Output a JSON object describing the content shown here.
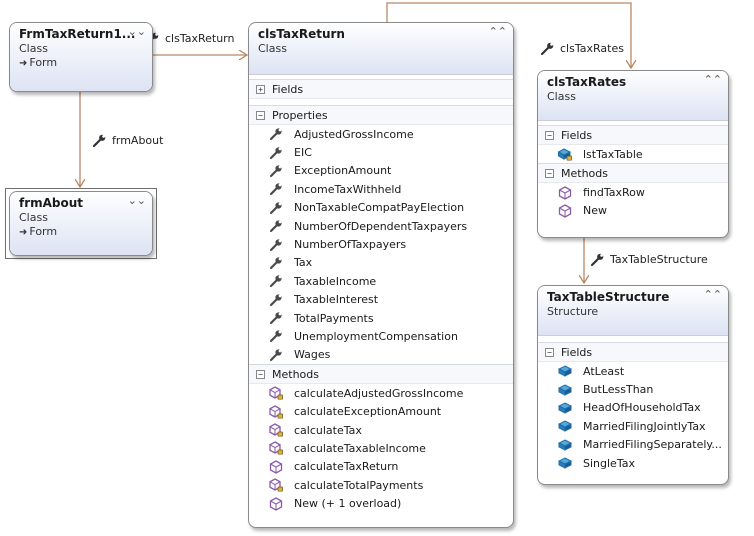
{
  "shapes": {
    "frm_tax_return": {
      "title": "FrmTaxReturn1...",
      "kind": "Class",
      "base": "Form"
    },
    "frm_about": {
      "title": "frmAbout",
      "kind": "Class",
      "base": "Form"
    },
    "cls_tax_return": {
      "title": "clsTaxReturn",
      "kind": "Class",
      "fields_label": "Fields",
      "properties_label": "Properties",
      "properties": [
        "AdjustedGrossIncome",
        "EIC",
        "ExceptionAmount",
        "IncomeTaxWithheld",
        "NonTaxableCompatPayElection",
        "NumberOfDependentTaxpayers",
        "NumberOfTaxpayers",
        "Tax",
        "TaxableIncome",
        "TaxableInterest",
        "TotalPayments",
        "UnemploymentCompensation",
        "Wages"
      ],
      "methods_label": "Methods",
      "methods": [
        {
          "name": "calculateAdjustedGrossIncome",
          "icon": "private-method-icon"
        },
        {
          "name": "calculateExceptionAmount",
          "icon": "private-method-icon"
        },
        {
          "name": "calculateTax",
          "icon": "private-method-icon"
        },
        {
          "name": "calculateTaxableIncome",
          "icon": "private-method-icon"
        },
        {
          "name": "calculateTaxReturn",
          "icon": "public-method-icon"
        },
        {
          "name": "calculateTotalPayments",
          "icon": "private-method-icon"
        },
        {
          "name": "New (+ 1 overload)",
          "icon": "public-method-icon"
        }
      ]
    },
    "cls_tax_rates": {
      "title": "clsTaxRates",
      "kind": "Class",
      "fields_label": "Fields",
      "fields": [
        "lstTaxTable"
      ],
      "methods_label": "Methods",
      "methods": [
        "findTaxRow",
        "New"
      ]
    },
    "tax_table_structure": {
      "title": "TaxTableStructure",
      "kind": "Structure",
      "fields_label": "Fields",
      "fields": [
        "AtLeast",
        "ButLessThan",
        "HeadOfHouseholdTax",
        "MarriedFilingJointlyTax",
        "MarriedFilingSeparately...",
        "SingleTax"
      ]
    }
  },
  "associations": {
    "cls_tax_return": "clsTaxReturn",
    "frm_about": "frmAbout",
    "cls_tax_rates": "clsTaxRates",
    "tax_table_structure": "TaxTableStructure"
  },
  "colors": {
    "connector": "#b98863",
    "property_icon": "#4a4a4a",
    "method_icon": "#8a5aa8",
    "field_icon": "#1d6fa8",
    "header_gradient_end": "#dde3f4"
  }
}
